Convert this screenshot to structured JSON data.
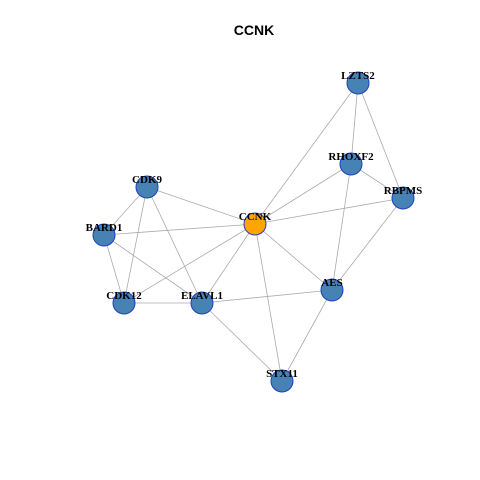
{
  "title": "CCNK",
  "colors": {
    "hub_node": "#ffa500",
    "neighbor_node": "#4682b4",
    "node_border": "#1f3fbf",
    "edge": "#aaaaaa"
  },
  "nodes": [
    {
      "id": "CCNK",
      "label": "CCNK",
      "hub": true
    },
    {
      "id": "LZTS2",
      "label": "LZTS2",
      "hub": false
    },
    {
      "id": "RHOXF2",
      "label": "RHOXF2",
      "hub": false
    },
    {
      "id": "RBPMS",
      "label": "RBPMS",
      "hub": false
    },
    {
      "id": "CDK9",
      "label": "CDK9",
      "hub": false
    },
    {
      "id": "BARD1",
      "label": "BARD1",
      "hub": false
    },
    {
      "id": "CDK12",
      "label": "CDK12",
      "hub": false
    },
    {
      "id": "ELAVL1",
      "label": "ELAVL1",
      "hub": false
    },
    {
      "id": "AES",
      "label": "AES",
      "hub": false
    },
    {
      "id": "STX11",
      "label": "STX11",
      "hub": false
    }
  ],
  "edges": [
    [
      "CCNK",
      "LZTS2"
    ],
    [
      "CCNK",
      "RHOXF2"
    ],
    [
      "CCNK",
      "RBPMS"
    ],
    [
      "CCNK",
      "CDK9"
    ],
    [
      "CCNK",
      "BARD1"
    ],
    [
      "CCNK",
      "CDK12"
    ],
    [
      "CCNK",
      "ELAVL1"
    ],
    [
      "CCNK",
      "AES"
    ],
    [
      "CCNK",
      "STX11"
    ],
    [
      "LZTS2",
      "RHOXF2"
    ],
    [
      "LZTS2",
      "RBPMS"
    ],
    [
      "RHOXF2",
      "RBPMS"
    ],
    [
      "RHOXF2",
      "AES"
    ],
    [
      "RBPMS",
      "AES"
    ],
    [
      "CDK9",
      "BARD1"
    ],
    [
      "CDK9",
      "CDK12"
    ],
    [
      "CDK9",
      "ELAVL1"
    ],
    [
      "BARD1",
      "CDK12"
    ],
    [
      "BARD1",
      "ELAVL1"
    ],
    [
      "CDK12",
      "ELAVL1"
    ],
    [
      "ELAVL1",
      "AES"
    ],
    [
      "ELAVL1",
      "STX11"
    ],
    [
      "AES",
      "STX11"
    ]
  ]
}
